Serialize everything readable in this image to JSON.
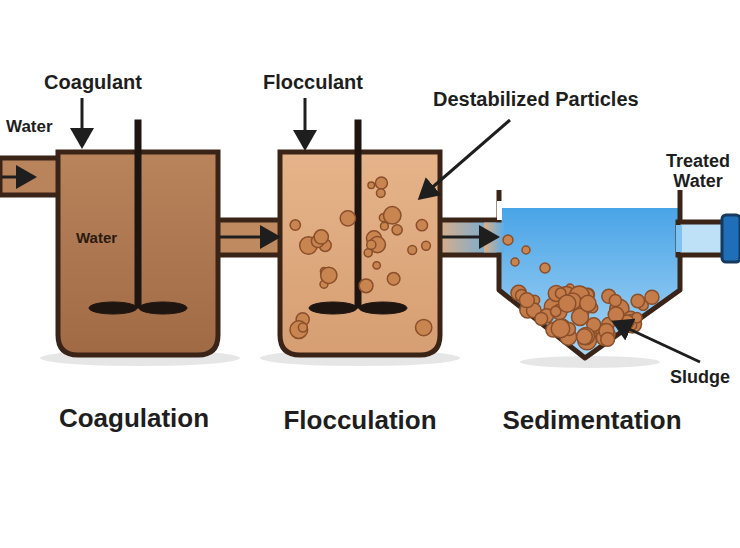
{
  "diagram": {
    "nodes": [
      {
        "text": [
          "Water",
          "Coagulation"
        ]
      },
      {
        "text": [
          "Flocculation"
        ]
      },
      {
        "text": [
          "Sedimentation"
        ]
      }
    ],
    "edges": [
      {
        "from": 0,
        "to": 1,
        "arrow": "to"
      },
      {
        "from": 1,
        "to": 2,
        "arrow": "to"
      }
    ],
    "labels": [
      "Coagulant",
      "Water",
      "Flocculant",
      "Destabilized Particles",
      "Treated Water",
      "Sludge"
    ]
  }
}
